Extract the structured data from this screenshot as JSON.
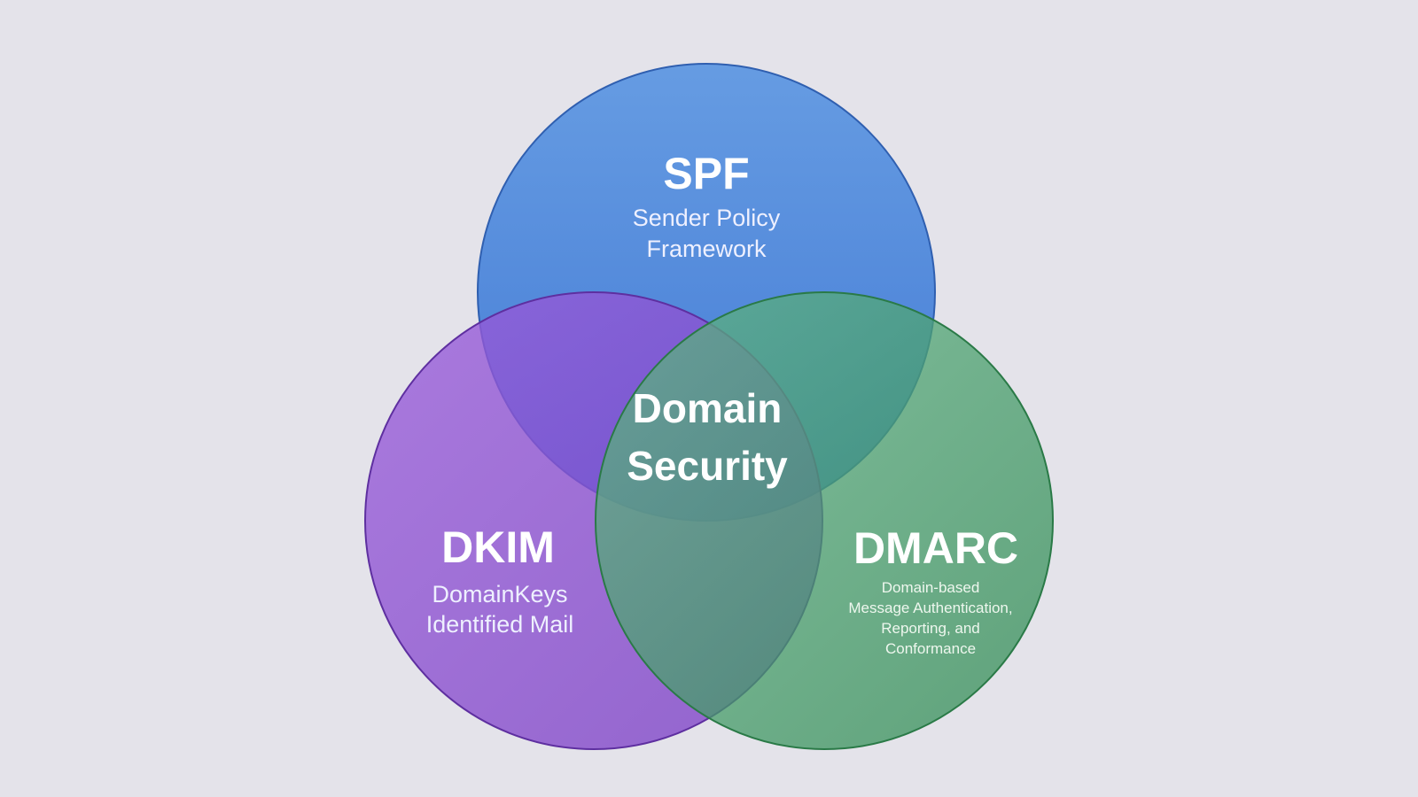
{
  "diagram": {
    "sets": [
      {
        "id": "spf",
        "title": "SPF",
        "subtitle_lines": [
          "Sender Policy",
          "Framework"
        ],
        "color": "#4a85db"
      },
      {
        "id": "dkim",
        "title": "DKIM",
        "subtitle_lines": [
          "DomainKeys",
          "Identified Mail"
        ],
        "color": "#8a4bcf"
      },
      {
        "id": "dmarc",
        "title": "DMARC",
        "subtitle_lines": [
          "Domain-based",
          "Message Authentication,",
          "Reporting, and",
          "Conformance"
        ],
        "color": "#3f9e64"
      }
    ],
    "center": {
      "lines": [
        "Domain",
        "Security"
      ]
    }
  }
}
